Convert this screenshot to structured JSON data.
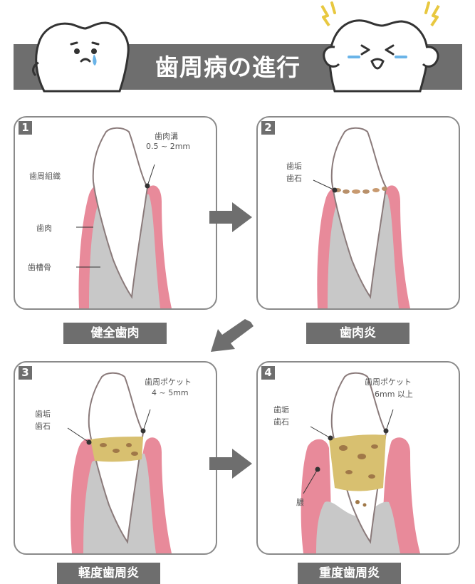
{
  "title": "歯周病の進行",
  "panels": [
    {
      "num": "1",
      "caption": "健全歯肉",
      "labels": {
        "sulcus": "歯肉溝",
        "sulcus_depth": "0.5 ~ 2mm",
        "periodontium": "歯周組織",
        "gum": "歯肉",
        "bone": "歯槽骨"
      }
    },
    {
      "num": "2",
      "caption": "歯肉炎",
      "labels": {
        "plaque": "歯垢",
        "tartar": "歯石"
      }
    },
    {
      "num": "3",
      "caption": "軽度歯周炎",
      "labels": {
        "pocket": "歯周ポケット",
        "pocket_depth": "4 ~ 5mm",
        "plaque": "歯垢",
        "tartar": "歯石"
      }
    },
    {
      "num": "4",
      "caption": "重度歯周炎",
      "labels": {
        "pocket": "歯周ポケット",
        "pocket_depth": "6mm 以上",
        "plaque": "歯垢",
        "tartar": "歯石",
        "pus": "膿"
      }
    }
  ],
  "colors": {
    "banner": "#6e6e6e",
    "gum": "#e88a9a",
    "bone": "#c8c8c8",
    "tartar": "#d8c070",
    "outline": "#8a7a7a"
  }
}
